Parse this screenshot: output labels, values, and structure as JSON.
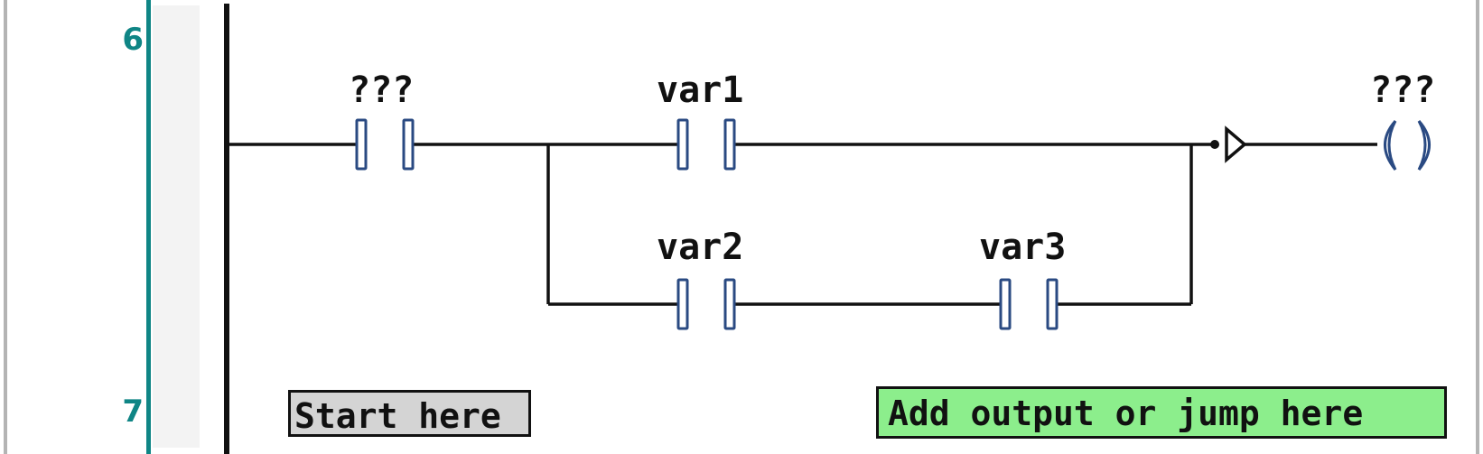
{
  "colors": {
    "gutter_accent": "#0f8585",
    "line_numbers": "#0f8585",
    "contact_outline": "#2a4a82",
    "wire": "#111111",
    "start_box_bg": "#d4d4d4",
    "output_box_bg": "#8cee8c"
  },
  "gutter": {
    "line_numbers": [
      "6",
      "7"
    ]
  },
  "rung": {
    "contacts": [
      {
        "label": "???",
        "icon": "no-contact-icon"
      },
      {
        "label": "var1",
        "icon": "no-contact-icon"
      },
      {
        "label": "var2",
        "icon": "no-contact-icon"
      },
      {
        "label": "var3",
        "icon": "no-contact-icon"
      }
    ],
    "coil": {
      "label": "???",
      "icon": "coil-icon"
    },
    "jump_marker_icon": "jump-arrow-icon"
  },
  "actions": {
    "start_here": "Start here",
    "add_output": "Add output or jump here"
  }
}
